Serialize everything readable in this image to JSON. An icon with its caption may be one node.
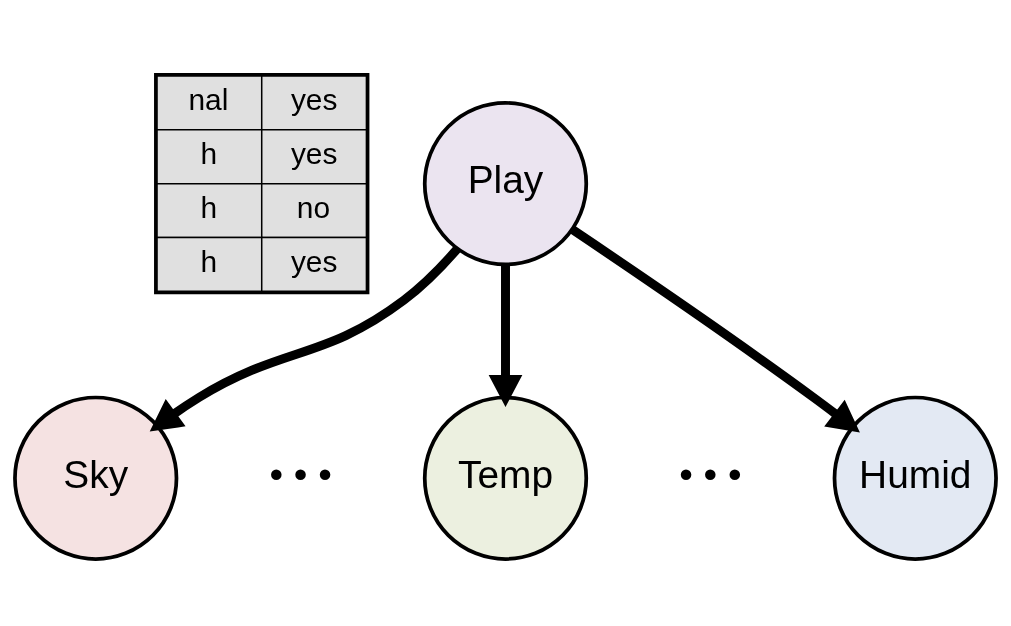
{
  "diagram": {
    "nodes": [
      {
        "text": [
          "Play"
        ]
      },
      {
        "text": [
          "Sky"
        ]
      },
      {
        "text": [
          "Temp"
        ]
      },
      {
        "text": [
          "Humid"
        ]
      }
    ],
    "edges": [
      {
        "from": 0,
        "to": 1,
        "arrow": "to"
      },
      {
        "from": 0,
        "to": 2,
        "arrow": "to"
      },
      {
        "from": 0,
        "to": 3,
        "arrow": "to"
      }
    ],
    "labels": [
      "nal",
      "yes",
      "h",
      "yes",
      "h",
      "no",
      "h",
      "yes",
      "• • •",
      "• • •"
    ]
  }
}
